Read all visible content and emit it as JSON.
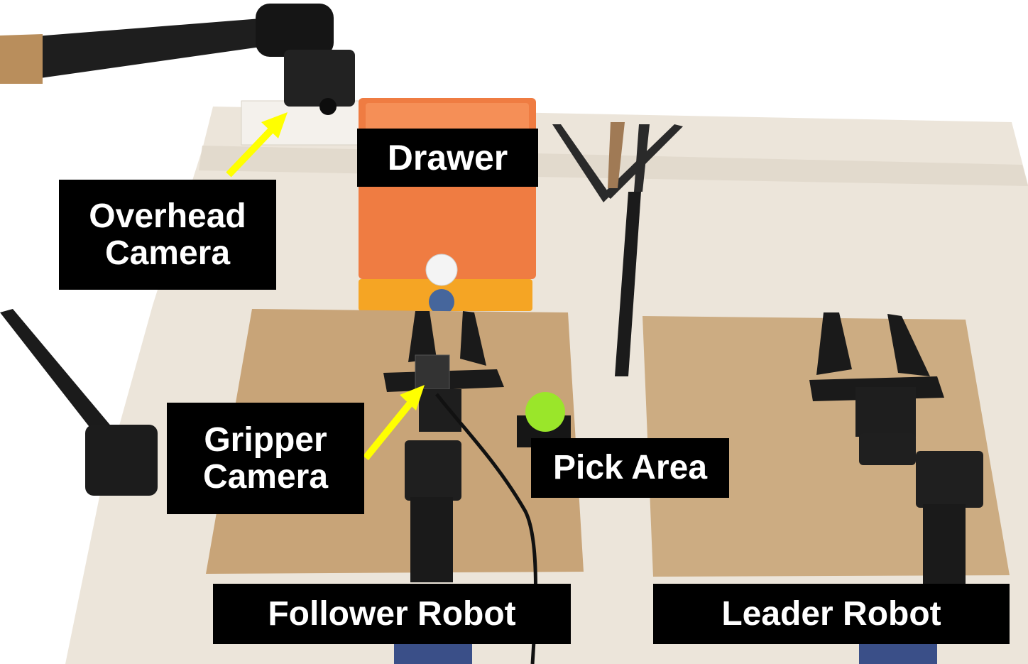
{
  "labels": {
    "drawer": "Drawer",
    "overhead_line1": "Overhead",
    "overhead_line2": "Camera",
    "gripper_line1": "Gripper",
    "gripper_line2": "Camera",
    "pick_area": "Pick Area",
    "follower_robot": "Follower Robot",
    "leader_robot": "Leader Robot"
  },
  "colors": {
    "label_background": "#000000",
    "label_text": "#ffffff",
    "arrow": "#ffff00",
    "ball": "#9ae62a",
    "drawer_top": "#f07d43",
    "drawer_bottom": "#f5a623",
    "cardboard": "#c9a67a",
    "table": "#ede6dc"
  }
}
